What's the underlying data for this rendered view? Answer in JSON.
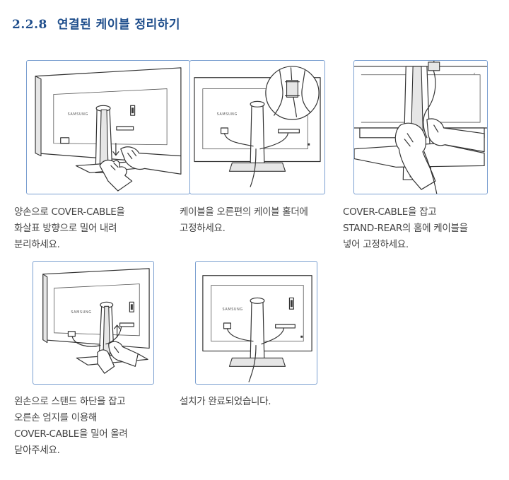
{
  "section": {
    "number": "2.2.8",
    "title": "연결된 케이블 정리하기"
  },
  "brand_text": "SAMSUNG",
  "steps": [
    {
      "lines": [
        "양손으로 COVER-CABLE을",
        "화살표 방향으로 밀어 내려",
        "분리하세요."
      ]
    },
    {
      "lines": [
        "케이블을 오른편의 케이블 홀더에",
        "고정하세요."
      ]
    },
    {
      "lines": [
        "COVER-CABLE을 잡고",
        "STAND-REAR의 홈에 케이블을",
        "넣어 고정하세요."
      ]
    },
    {
      "lines": [
        "왼손으로 스탠드 하단을 잡고",
        "오른손 엄지를 이용해",
        "COVER-CABLE을 밀어 올려",
        "닫아주세요."
      ]
    },
    {
      "lines": [
        "설치가 완료되었습니다."
      ]
    }
  ],
  "colors": {
    "heading": "#1f4e8c",
    "panel_border": "#7a9fd0",
    "text": "#444444"
  }
}
